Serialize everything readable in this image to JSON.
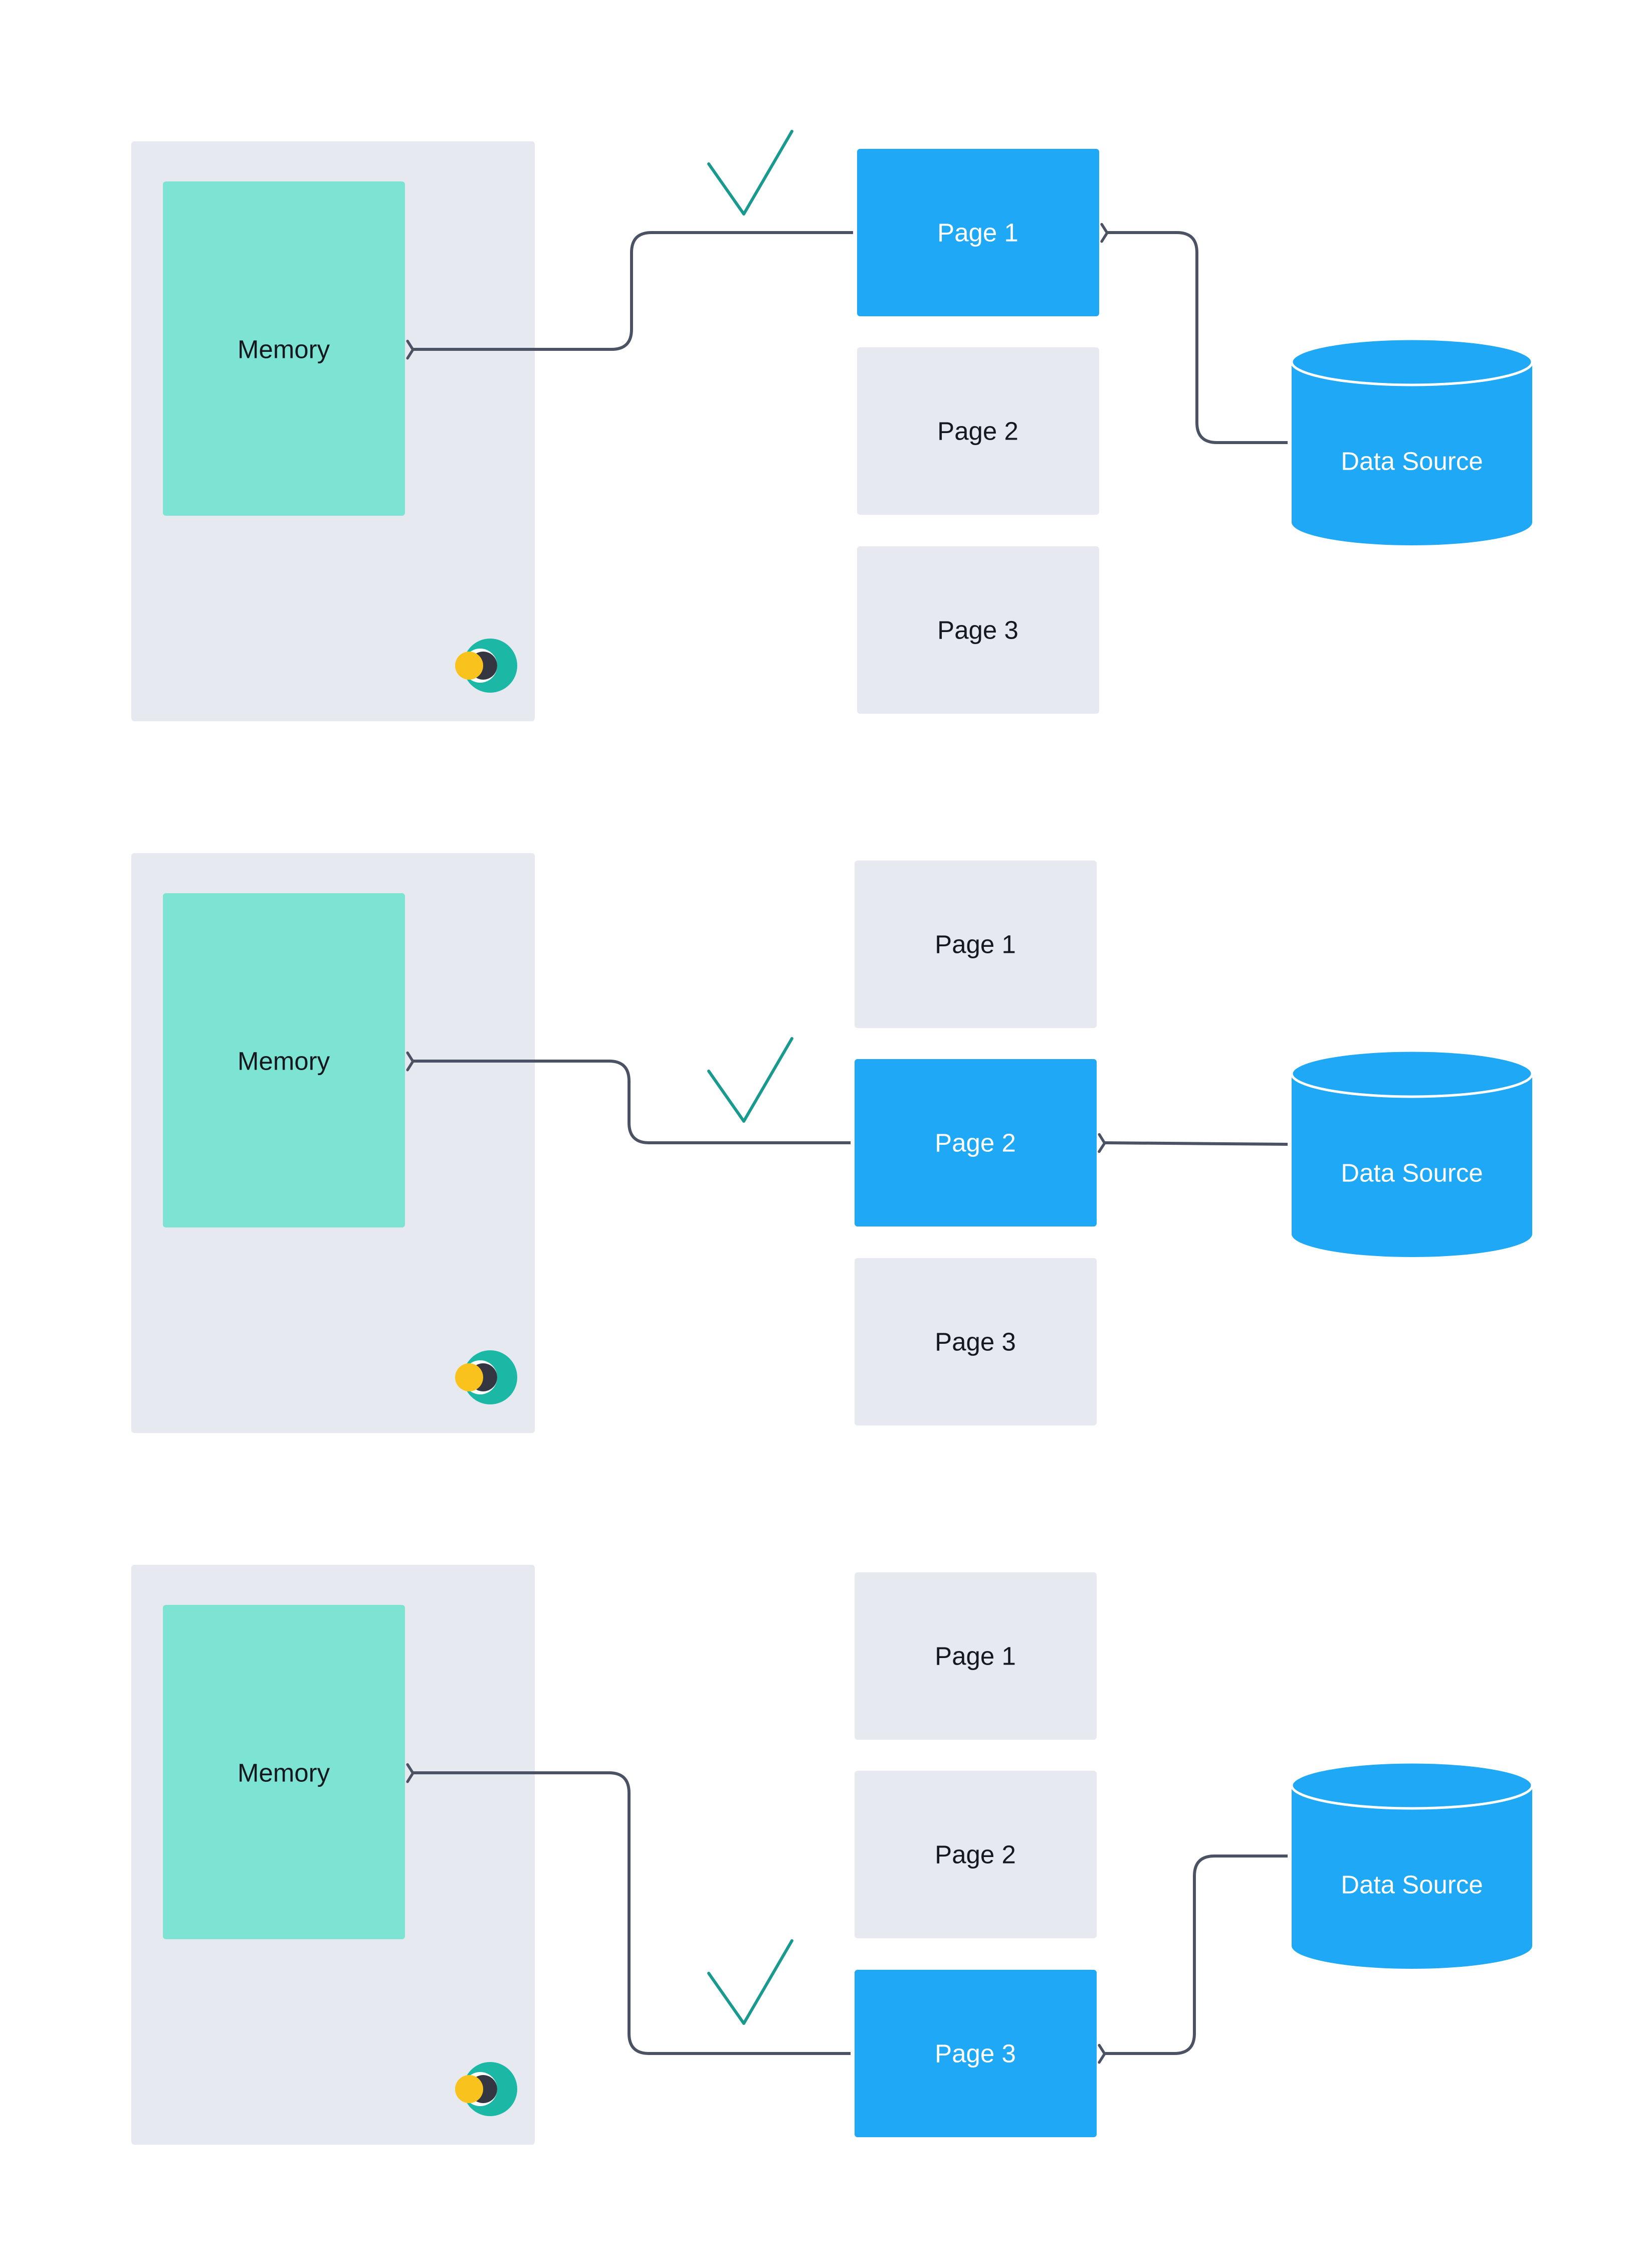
{
  "colors": {
    "panel": "#e6eaf0",
    "memory": "#7de3d2",
    "page_active": "#1ea8f5",
    "page_inactive": "#e6eaf0",
    "data_source": "#1ea8f5",
    "connector": "#4b5263",
    "checkmark": "#1a9a8e",
    "logo_teal": "#1bb8a6",
    "logo_dark": "#343741",
    "logo_yellow": "#f9c21c"
  },
  "scenarios": [
    {
      "memory_label": "Memory",
      "pages": [
        "Page 1",
        "Page 2",
        "Page 3"
      ],
      "active_page": 0,
      "data_source_label": "Data Source",
      "logo_icon": "elastic-logo-icon",
      "check_icon": "checkmark-icon"
    },
    {
      "memory_label": "Memory",
      "pages": [
        "Page 1",
        "Page 2",
        "Page 3"
      ],
      "active_page": 1,
      "data_source_label": "Data Source",
      "logo_icon": "elastic-logo-icon",
      "check_icon": "checkmark-icon"
    },
    {
      "memory_label": "Memory",
      "pages": [
        "Page 1",
        "Page 2",
        "Page 3"
      ],
      "active_page": 2,
      "data_source_label": "Data Source",
      "logo_icon": "elastic-logo-icon",
      "check_icon": "checkmark-icon"
    }
  ]
}
